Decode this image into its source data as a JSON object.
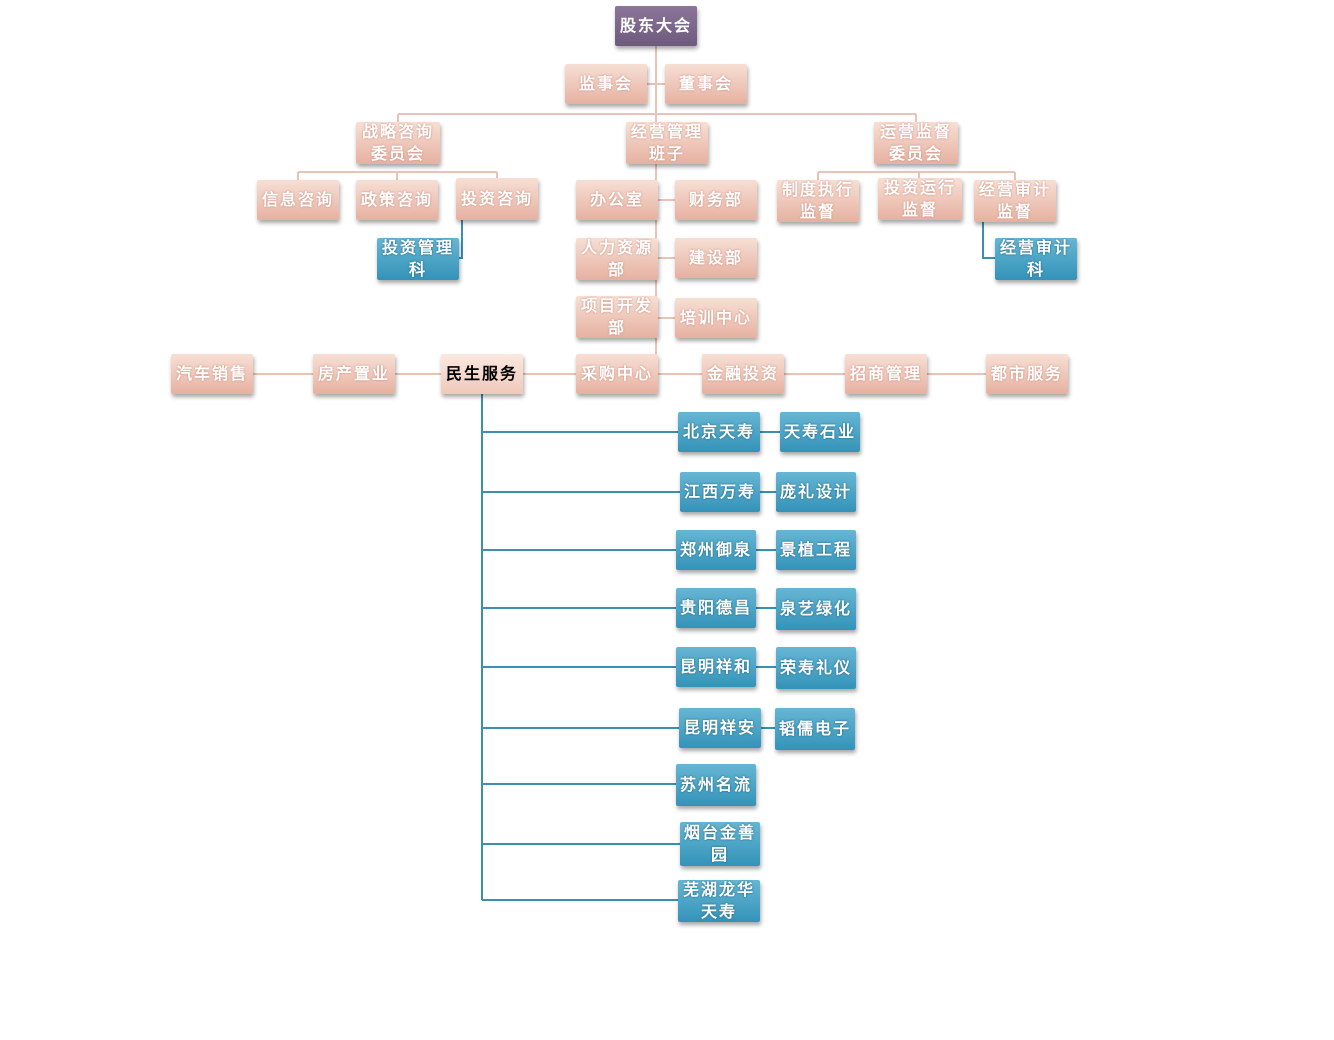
{
  "colors": {
    "pink": "#e6b1a1",
    "blue": "#3493b9",
    "purple": "#6e5a7c",
    "pink_line": "#e9c3b6",
    "blue_line": "#3a8fb2"
  },
  "nodes": {
    "shareholders": "股东大会",
    "supervisory_board": "监事会",
    "board_of_directors": "董事会",
    "strategy_committee": "战略咨询委员会",
    "management_team": "经营管理班子",
    "operations_committee": "运营监督委员会",
    "info_consulting": "信息咨询",
    "policy_consulting": "政策咨询",
    "investment_consulting": "投资咨询",
    "investment_mgmt_section": "投资管理科",
    "office": "办公室",
    "finance": "财务部",
    "hr": "人力资源部",
    "construction": "建设部",
    "project_dev": "项目开发部",
    "training": "培训中心",
    "procurement": "采购中心",
    "system_exec": "制度执行监督",
    "investment_ops": "投资运行监督",
    "business_audit": "经营审计监督",
    "business_audit_section": "经营审计科",
    "car_sales": "汽车销售",
    "real_estate": "房产置业",
    "livelihood": "民生服务",
    "finance_investment": "金融投资",
    "investment_promotion": "招商管理",
    "urban_services": "都市服务",
    "beijing_tianshou": "北京天寿",
    "tianshou_stone": "天寿石业",
    "jiangxi_wanshou": "江西万寿",
    "pangli_design": "庞礼设计",
    "zhengzhou_yuquan": "郑州御泉",
    "jingzhi_engineering": "景植工程",
    "guiyang_dechang": "贵阳德昌",
    "quanyi_greening": "泉艺绿化",
    "kunming_xianghe": "昆明祥和",
    "rongshou_etiquette": "荣寿礼仪",
    "kunming_xiangan": "昆明祥安",
    "taoru_electronics": "韬儒电子",
    "suzhou_mingliu": "苏州名流",
    "yantai_jinshan": "烟台金善园",
    "wuhu_longhua": "芜湖龙华天寿"
  }
}
